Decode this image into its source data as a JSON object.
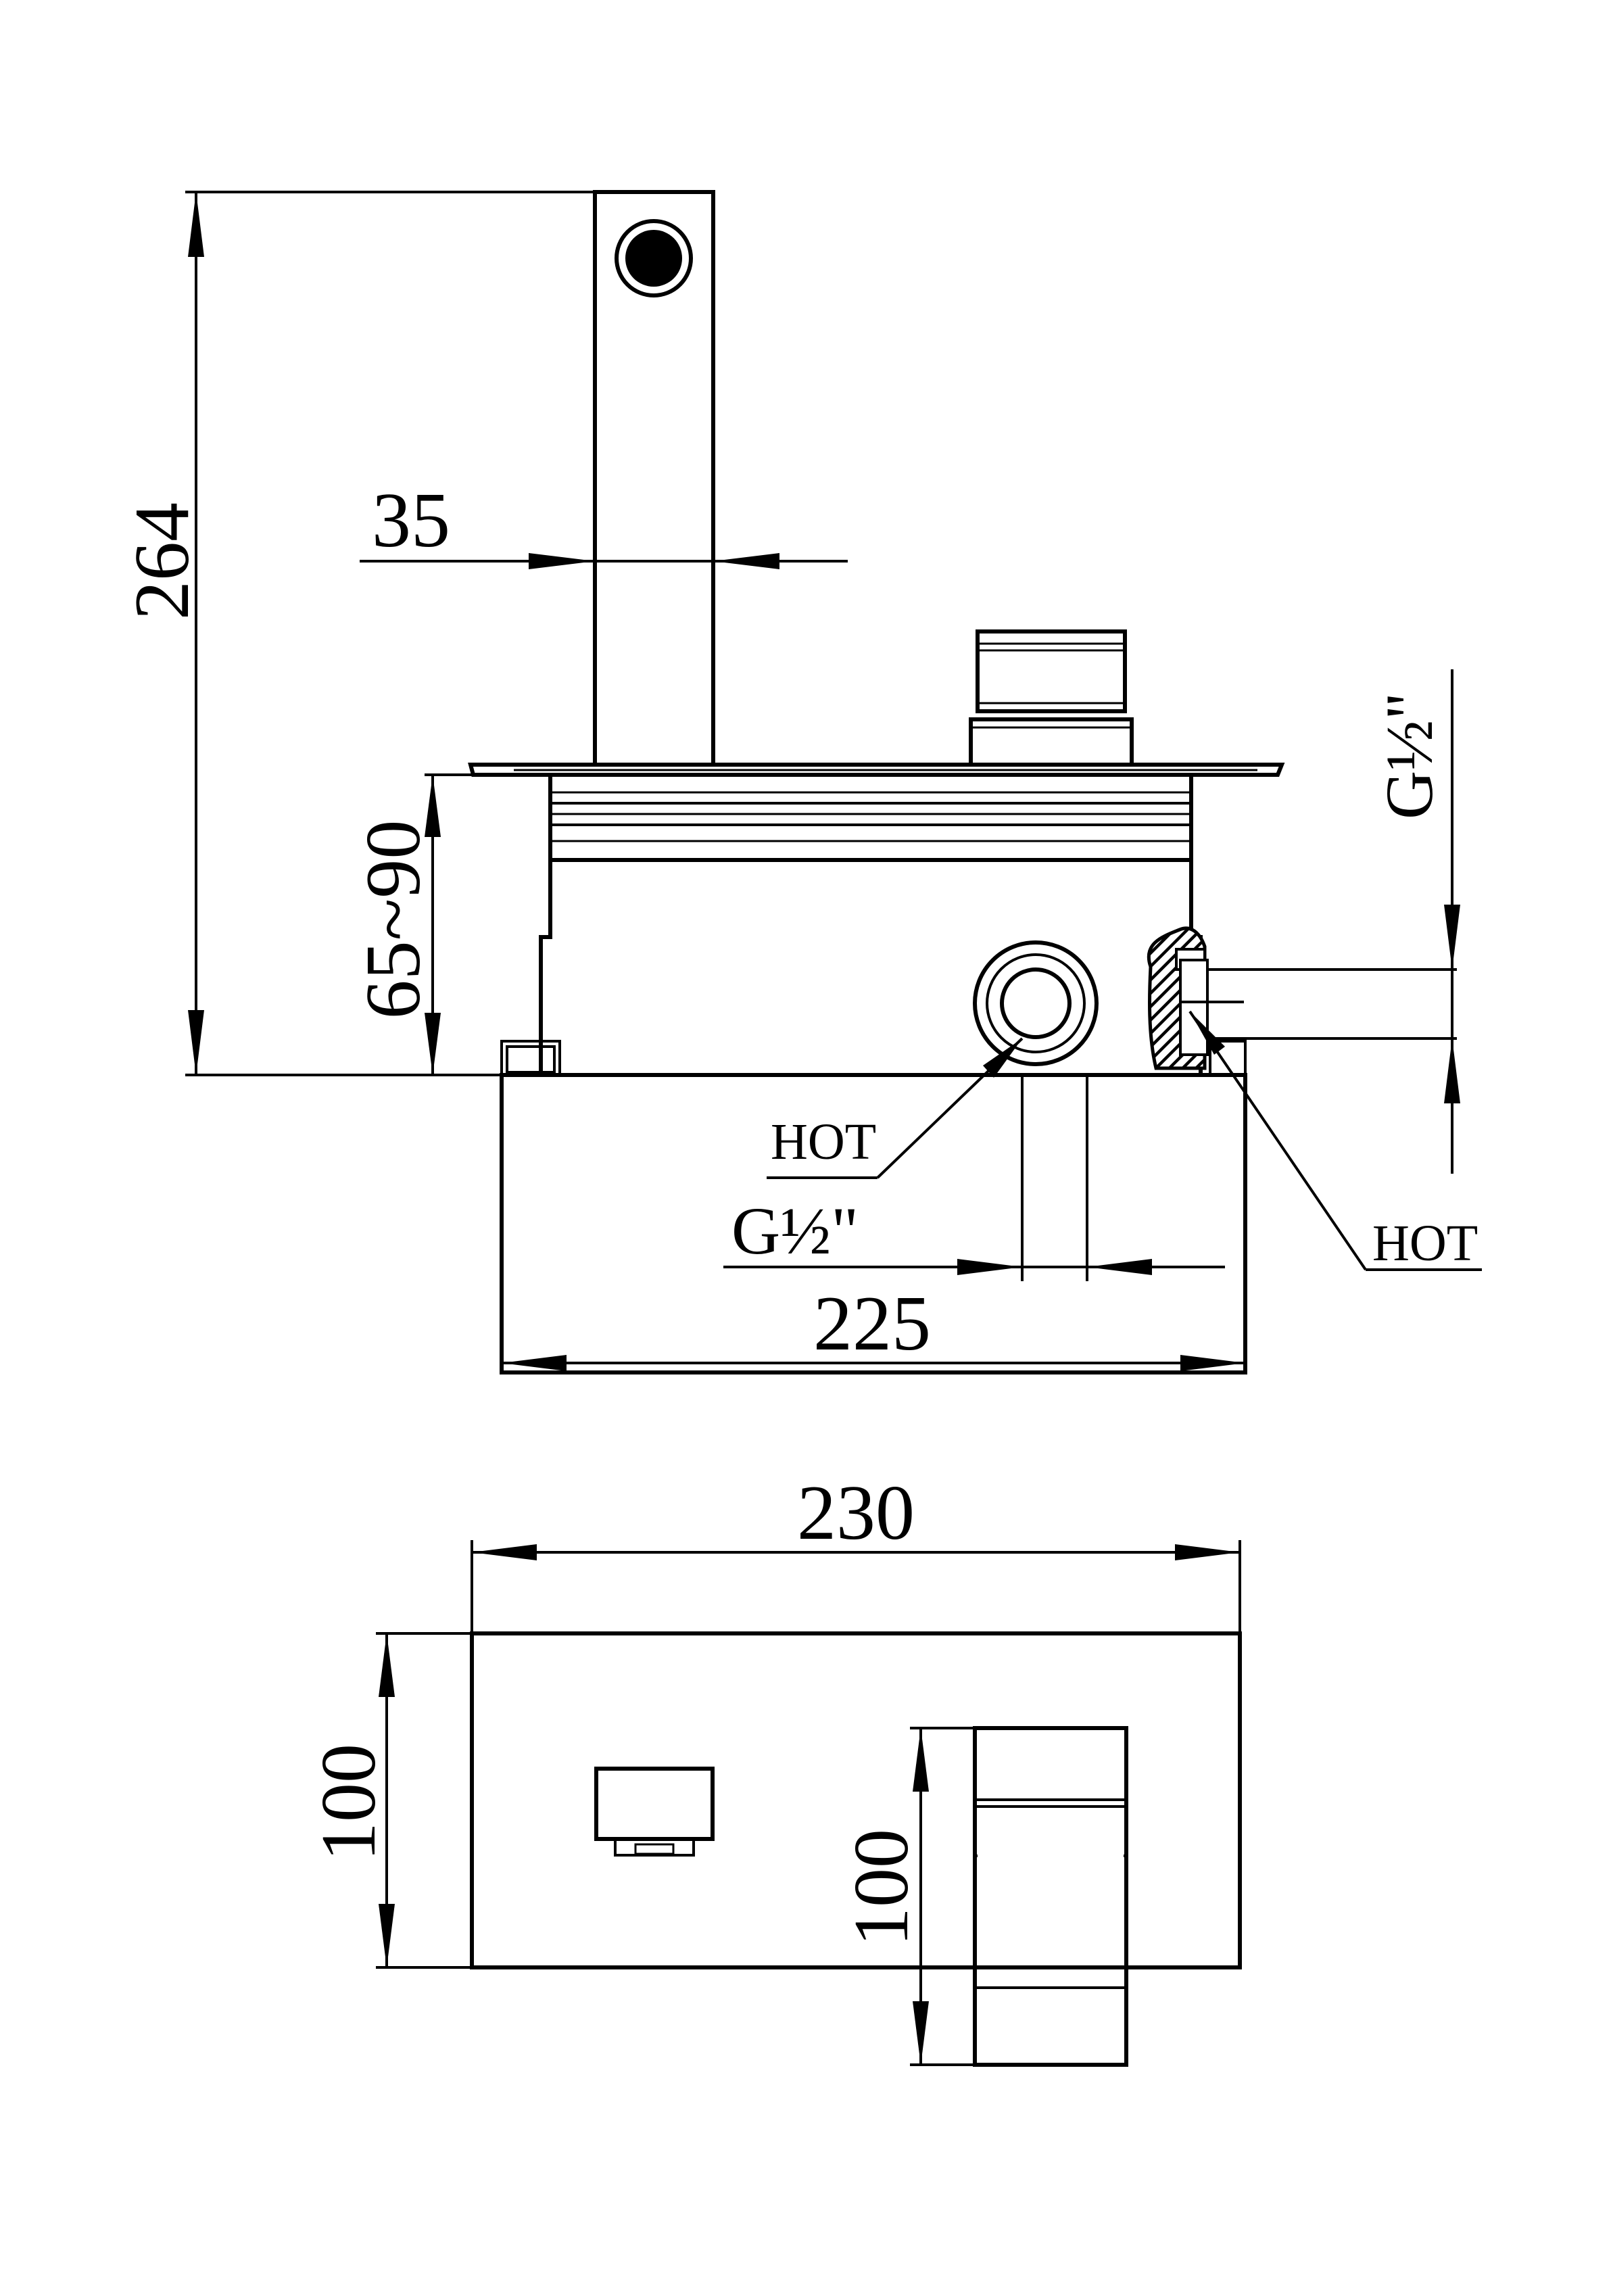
{
  "colors": {
    "ink": "#000000",
    "paper": "#ffffff"
  },
  "side_view": {
    "dim_height_total": "264",
    "dim_spout_width": "35",
    "dim_wall_depth": "65~90",
    "dim_body_width": "225",
    "inlet_thread_label": "G½\"",
    "left_inlet_label": "HOT",
    "left_inlet_thread": "G½\"",
    "right_inlet_label": "HOT"
  },
  "front_view": {
    "dim_plate_width": "230",
    "dim_plate_height": "100",
    "dim_handle_height": "100"
  }
}
